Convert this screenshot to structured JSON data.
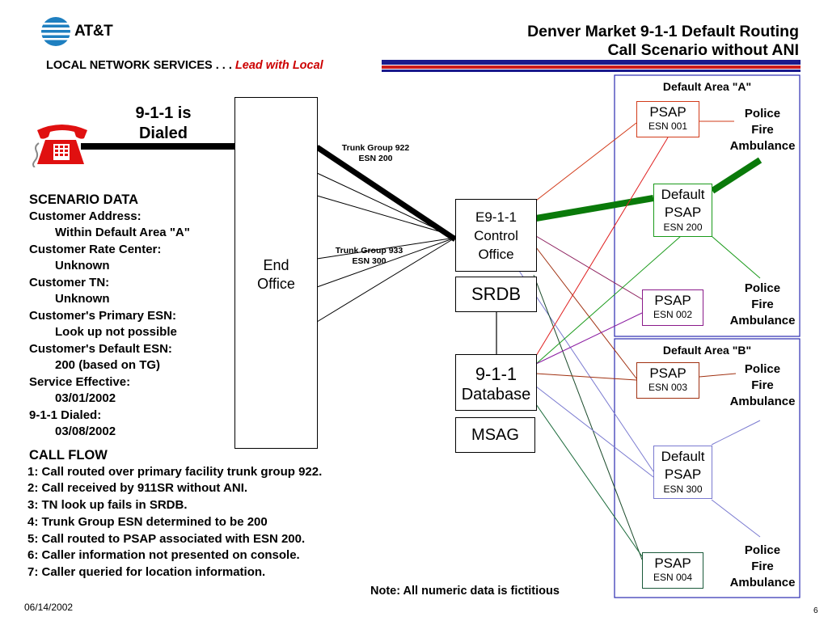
{
  "header": {
    "brand": "AT&T",
    "title_line1": "Denver Market 9-1-1 Default Routing",
    "title_line2": "Call Scenario without ANI",
    "subtitle_prefix": "LOCAL NETWORK SERVICES . . .",
    "subtitle_tagline": "Lead with Local"
  },
  "dialed": {
    "line1": "9-1-1 is",
    "line2": "Dialed"
  },
  "end_office": {
    "line1": "End",
    "line2": "Office"
  },
  "trunks": [
    {
      "line1": "Trunk Group 922",
      "line2": "ESN 200"
    },
    {
      "line1": "Trunk Group 933",
      "line2": "ESN 300"
    }
  ],
  "control_office": {
    "line1": "E9-1-1",
    "line2": "Control",
    "line3": "Office"
  },
  "srdb": "SRDB",
  "database": {
    "line1": "9-1-1",
    "line2": "Database"
  },
  "msag": "MSAG",
  "areas": [
    {
      "label": "Default Area \"A\""
    },
    {
      "label": "Default Area \"B\""
    }
  ],
  "psaps": [
    {
      "name": "PSAP",
      "esn": "ESN 001",
      "color": "#d23b1a"
    },
    {
      "name": "Default PSAP",
      "line1": "Default",
      "line2": "PSAP",
      "esn": "ESN 200",
      "color": "#1a8c1a"
    },
    {
      "name": "PSAP",
      "esn": "ESN 002",
      "color": "#8a1a8a"
    },
    {
      "name": "PSAP",
      "esn": "ESN 003",
      "color": "#a03010"
    },
    {
      "name": "Default PSAP",
      "line1": "Default",
      "line2": "PSAP",
      "esn": "ESN 300",
      "color": "#7a7ad0"
    },
    {
      "name": "PSAP",
      "esn": "ESN 004",
      "color": "#1a6a3a"
    }
  ],
  "services": {
    "line1": "Police",
    "line2": "Fire",
    "line3": "Ambulance"
  },
  "scenario": {
    "heading": "SCENARIO DATA",
    "items": [
      {
        "label": "Customer Address:",
        "value": "Within Default Area \"A\""
      },
      {
        "label": "Customer Rate Center:",
        "value": "Unknown"
      },
      {
        "label": "Customer TN:",
        "value": "Unknown"
      },
      {
        "label": "Customer's Primary ESN:",
        "value": "Look up not possible"
      },
      {
        "label": "Customer's Default ESN:",
        "value": "200 (based on TG)"
      },
      {
        "label": "Service Effective:",
        "value": "03/01/2002"
      },
      {
        "label": "9-1-1 Dialed:",
        "value": "03/08/2002"
      }
    ]
  },
  "call_flow": {
    "heading": "CALL FLOW",
    "steps": [
      "1: Call routed over primary facility trunk group 922.",
      "2: Call received by 911SR without ANI.",
      "3: TN look up fails in SRDB.",
      "4: Trunk Group ESN determined to be 200",
      "5: Call routed to PSAP associated with ESN 200.",
      "6: Caller information not presented on console.",
      "7: Caller queried for location information."
    ]
  },
  "note": "Note: All numeric data is fictitious",
  "footer": {
    "date": "06/14/2002",
    "page": "6"
  },
  "colors": {
    "area_border": "#2b2bb0",
    "title_red": "#cc0000",
    "globe": "#1e7fc0",
    "phone": "#e01010",
    "route_green": "#0a7a0a"
  }
}
